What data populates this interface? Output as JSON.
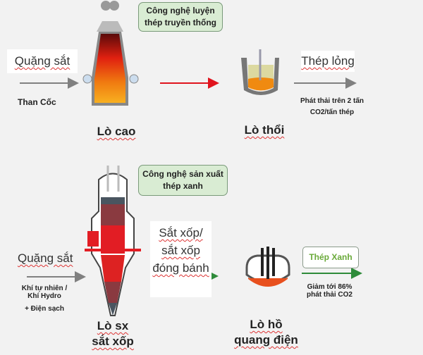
{
  "traditional": {
    "title": "Công nghệ luyện thép truyền thống",
    "input": "Quặng sắt",
    "fuel": "Than Cốc",
    "furnace": "Lò cao",
    "converter": "Lò thổi",
    "output": "Thép lỏng",
    "emission": "Phát thải trên 2 tấn CO2/tấn thép"
  },
  "green": {
    "title": "Công nghệ sản xuất thép xanh",
    "input": "Quặng sắt",
    "fuel": "Khí tự nhiên / Khí Hydro",
    "power": "+ Điện sạch",
    "furnace": "Lò sx sắt xốp",
    "intermediate": "Sắt xốp/ sắt xốp đóng bánh",
    "eaf": "Lò hồ quang điện",
    "output": "Thép Xanh",
    "emission": "Giảm tới 86% phát thải CO2"
  },
  "colors": {
    "red_arrow": "#e0141e",
    "green_arrow": "#2e8b3a",
    "gray_arrow": "#808080"
  }
}
